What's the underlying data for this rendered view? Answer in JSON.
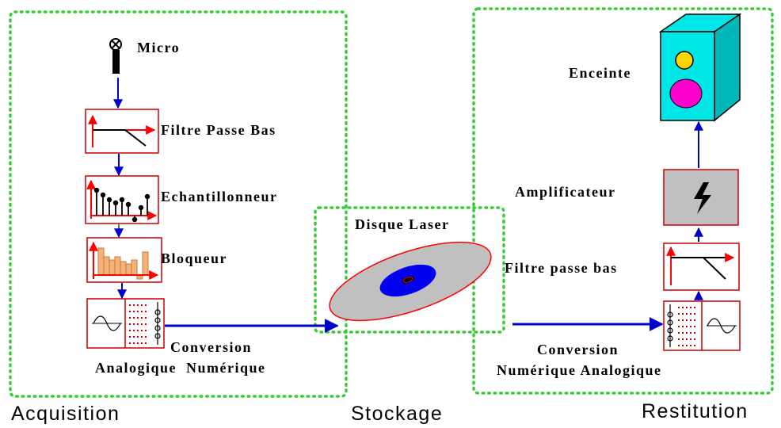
{
  "sections": {
    "acquisition": "Acquisition",
    "stockage": "Stockage",
    "restitution": "Restitution"
  },
  "labels": {
    "micro": "Micro",
    "filtre_passe_bas": "Filtre Passe Bas",
    "echantillonneur": "Echantillonneur",
    "bloqueur": "Bloqueur",
    "conversion_an_1": "Conversion",
    "conversion_an_2": "Analogique  Numérique",
    "disque_laser": "Disque Laser",
    "enceinte": "Enceinte",
    "amplificateur": "Amplificateur",
    "filtre_passe_bas_2": "Filtre passe bas",
    "conversion_na_1": "Conversion",
    "conversion_na_2": "Numérique Analogique"
  },
  "colors": {
    "group_border": "#33cc33",
    "arrow": "#0000cc",
    "block_border": "#cc0000",
    "speaker": "#00e5e5",
    "speaker_tweeter": "#ffd700",
    "speaker_woofer": "#ff00cc",
    "disc": "#c0c0c0",
    "disc_center": "#0000ee"
  }
}
